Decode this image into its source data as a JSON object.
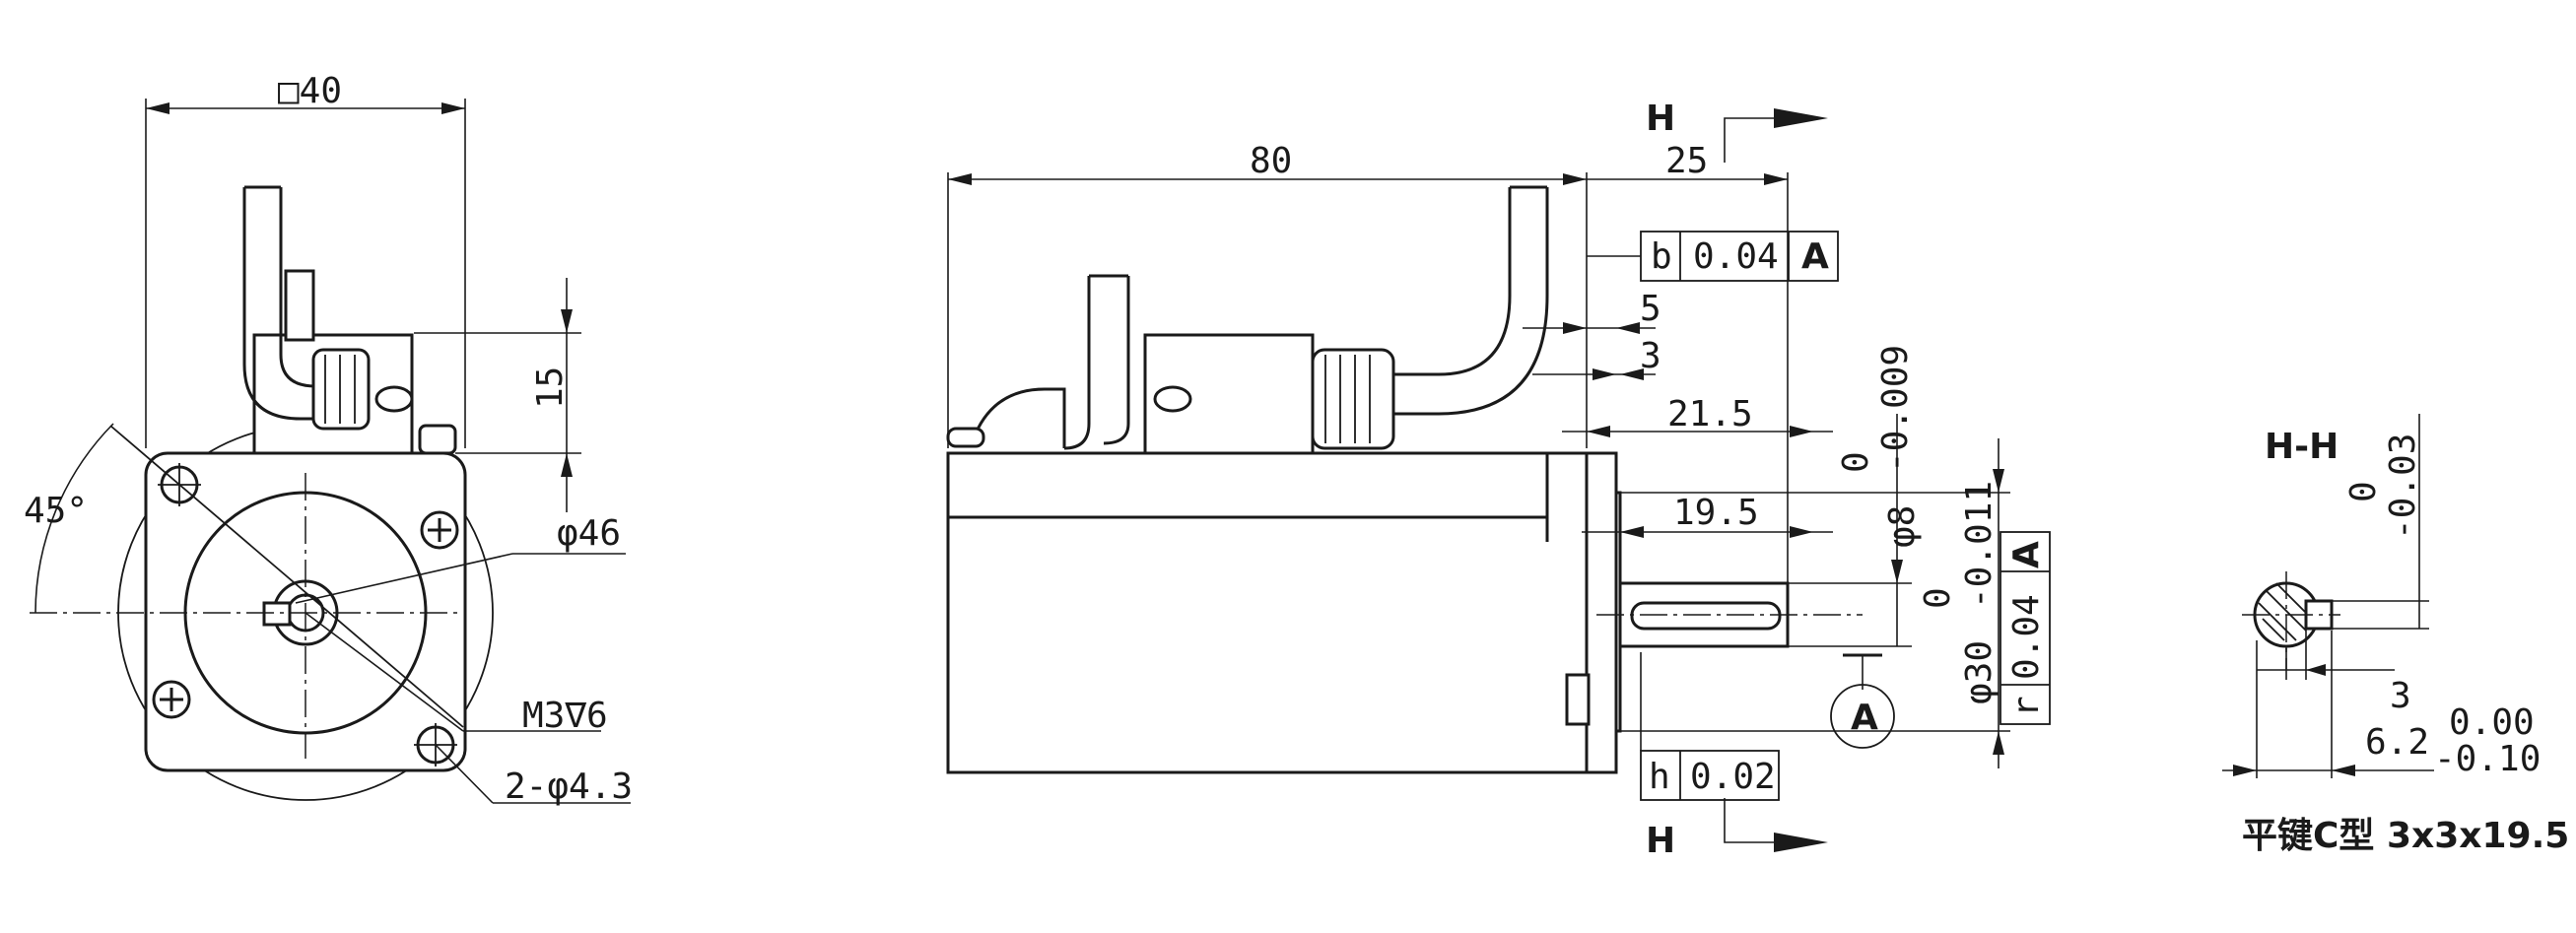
{
  "front_view": {
    "square_size": "□40",
    "angle": "45°",
    "height_15": "15",
    "circle_diameter": "φ46",
    "thread": "M3∇6",
    "holes": "2-φ4.3"
  },
  "side_view": {
    "length_80": "80",
    "length_25": "25",
    "section_mark_top": "H",
    "section_mark_bottom": "H",
    "runout_symbol": "b",
    "runout_value": "0.04",
    "runout_datum": "A",
    "dim_5": "5",
    "dim_3": "3",
    "dim_21_5": "21.5",
    "dim_19_5": "19.5",
    "shaft_dia_upper": "0",
    "shaft_dia_lower": "-0.009",
    "shaft_dia_label": "φ8",
    "pilot_dia_upper": "0",
    "pilot_dia_lower": "-0.011",
    "pilot_dia_label": "φ30",
    "perp_symbol": "r",
    "perp_value": "0.04",
    "perp_datum": "A",
    "flat_symbol": "h",
    "flat_value": "0.02",
    "datum_label": "A"
  },
  "section_view": {
    "title": "H-H",
    "key_upper": "0",
    "key_lower": "-0.03",
    "key_width": "3",
    "dim_3": "3",
    "dim_6_2": "6.2",
    "dim_6_2_upper": "0.00",
    "dim_6_2_lower": "-0.10",
    "key_note": "平键C型 3x3x19.5"
  }
}
